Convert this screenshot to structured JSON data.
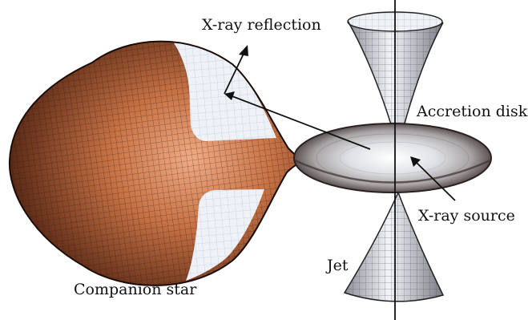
{
  "labels": {
    "xray_reflection": "X-ray reflection",
    "accretion_disk": "Accretion disk",
    "xray_source": "X-ray source",
    "jet": "Jet",
    "companion_star": "Companion star"
  },
  "colors": {
    "star_dark": "#5a2c18",
    "star_mid": "#a0562f",
    "star_light": "#e8a27a",
    "reflection_white": "#eef2f7",
    "disk_edge": "#6e6462",
    "disk_center": "#ffffff",
    "jet_fill": "#c9cfd8",
    "ink": "#111111"
  },
  "icons": {
    "arrowhead": "arrowhead-icon"
  }
}
